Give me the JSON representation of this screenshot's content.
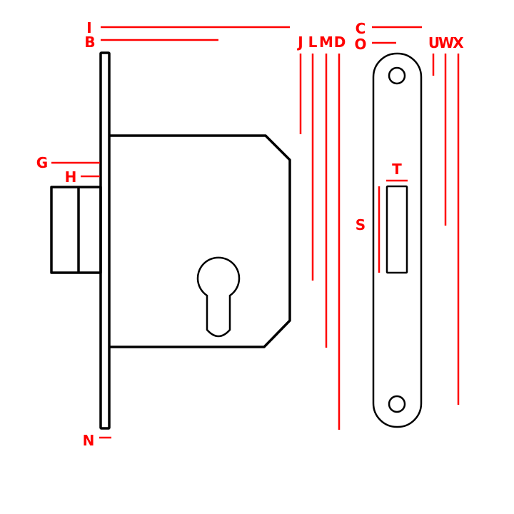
{
  "title": "Mortice deadlock dimension diagram",
  "colors": {
    "dimension": "#ff0000",
    "outline": "#000000",
    "background": "#ffffff"
  },
  "labels": {
    "I": "I",
    "B": "B",
    "G": "G",
    "H": "H",
    "N": "N",
    "J": "J",
    "L": "L",
    "M": "M",
    "D": "D",
    "C": "C",
    "O": "O",
    "T": "T",
    "S": "S",
    "U": "U",
    "W": "W",
    "X": "X"
  }
}
